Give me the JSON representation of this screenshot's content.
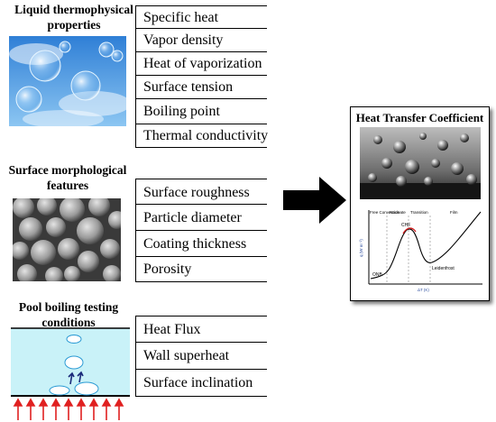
{
  "groups": [
    {
      "title_line1": "Liquid thermophysical",
      "title_line2": "properties",
      "items": [
        "Specific heat",
        "Vapor density",
        "Heat of vaporization",
        "Surface tension",
        "Boiling point",
        "Thermal conductivity"
      ]
    },
    {
      "title_line1": "Surface morphological",
      "title_line2": "features",
      "items": [
        "Surface roughness",
        "Particle diameter",
        "Coating thickness",
        "Porosity"
      ]
    },
    {
      "title_line1": "Pool boiling testing",
      "title_line2": "conditions",
      "items": [
        "Heat Flux",
        "Wall superheat",
        "Surface inclination"
      ]
    }
  ],
  "result": {
    "title": "Heat Transfer Coefficient",
    "curve": {
      "regimes": [
        "Free Convection",
        "Nucleate",
        "Transition",
        "Film"
      ],
      "points": [
        "ONB",
        "CHF",
        "Leidenfrost"
      ],
      "ylabel": "q (W m⁻²)",
      "xlabel": "ΔT (K)"
    }
  }
}
